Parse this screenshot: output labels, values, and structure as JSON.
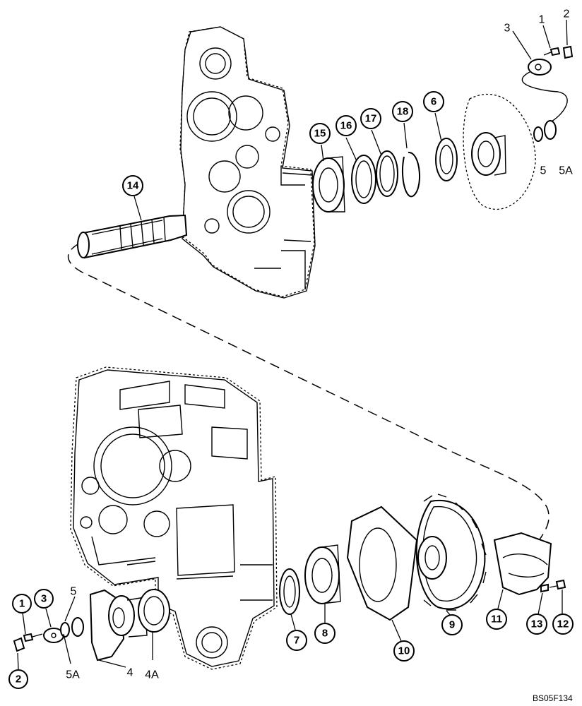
{
  "figure_ref": "BS05F134",
  "callouts": {
    "c1_top": "1",
    "c2_top": "2",
    "c3_top": "3",
    "c5_top": "5",
    "c5a_top": "5A",
    "c6": "6",
    "c14": "14",
    "c15": "15",
    "c16": "16",
    "c17": "17",
    "c18": "18",
    "c1_bot": "1",
    "c2_bot": "2",
    "c3_bot": "3",
    "c5_bot": "5",
    "c5a_bot": "5A",
    "c4": "4",
    "c4a": "4A",
    "c7": "7",
    "c8": "8",
    "c9": "9",
    "c10": "10",
    "c11": "11",
    "c12": "12",
    "c13": "13"
  }
}
